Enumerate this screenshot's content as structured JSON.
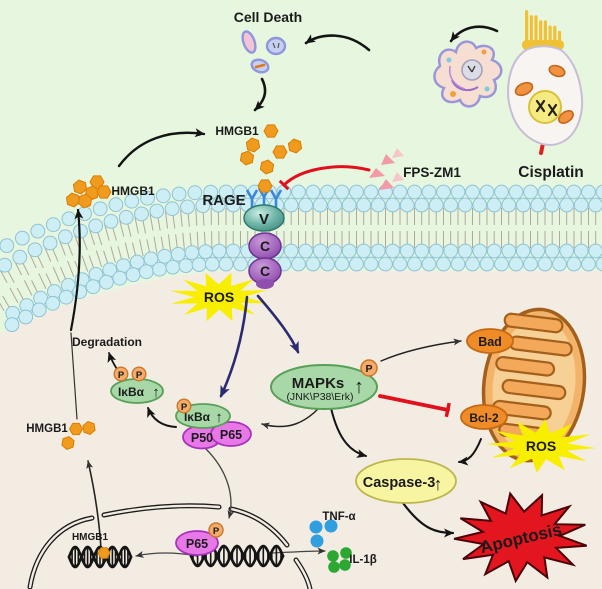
{
  "figure": {
    "cell_death": "Cell Death",
    "cisplatin": "Cisplatin",
    "fps_zm1": "FPS-ZM1",
    "rage": "RAGE",
    "domain_v": "V",
    "domain_c": "C",
    "ros": "ROS",
    "hmgb1": "HMGB1",
    "degradation": "Degradation",
    "mapks": "MAPKs",
    "mapks_sub": "(JNK\\P38\\Erk)",
    "ikba": "IκBα",
    "p50": "P50",
    "p65": "P65",
    "p": "P",
    "bad": "Bad",
    "bcl2": "Bcl-2",
    "caspase3": "Caspase-3",
    "apoptosis": "Apoptosis",
    "tnf_alpha": "TNF-α",
    "il1b": "IL-1β",
    "up_arrow": "↑"
  },
  "colors": {
    "extracellular_bg": "#e7f6df",
    "cytoplasm_bg": "#f3ece3",
    "membrane_head": "#cdeef5",
    "membrane_head_stroke": "#8fc3d3",
    "membrane_tail": "#b3a69e",
    "hmgb1_orange": "#f09a1e",
    "phospho_fill": "#f5ab6a",
    "green_node": "#a9d8a8",
    "magenta_node": "#e878e8",
    "orange_node": "#f08c28",
    "yellow_star": "#f8ee00",
    "caspase_fill": "#f7f4a2",
    "apoptosis_red": "#e3151f",
    "red_accent": "#e0101c",
    "navy_arrow": "#2b2b72",
    "receptor_blue": "#3b86d8",
    "fps_triangle_pink": "#f29aa6"
  }
}
